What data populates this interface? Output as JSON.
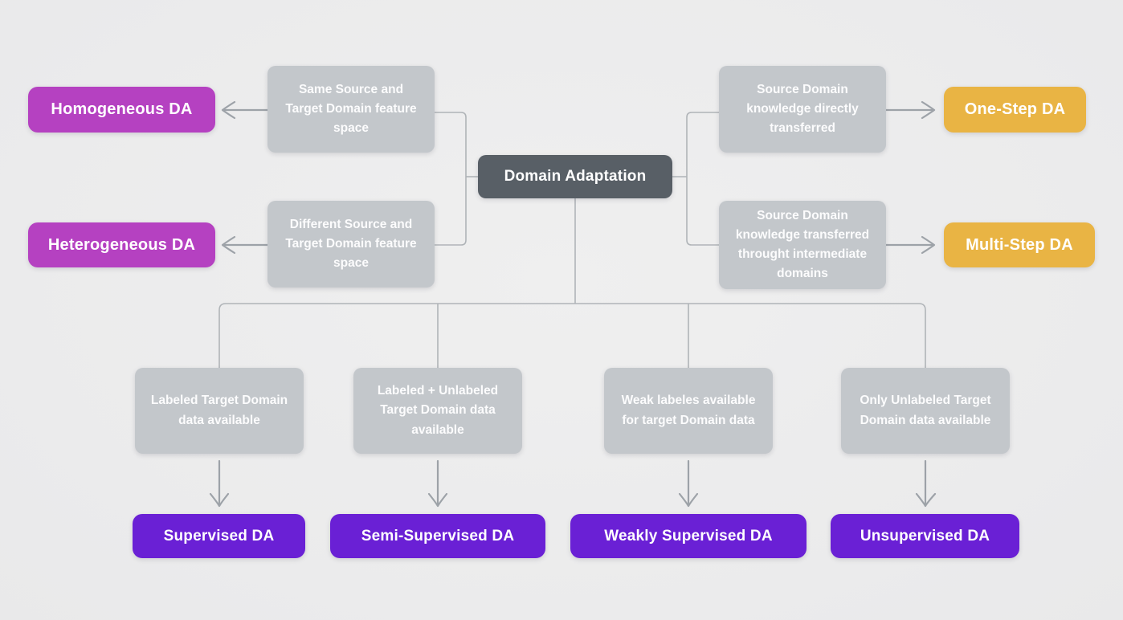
{
  "diagram": {
    "root": {
      "label": "Domain Adaptation"
    },
    "left_branches": [
      {
        "condition": "Same Source and Target Domain feature space",
        "result": "Homogeneous DA"
      },
      {
        "condition": "Different Source and Target Domain feature space",
        "result": "Heterogeneous DA"
      }
    ],
    "right_branches": [
      {
        "condition": "Source Domain knowledge directly transferred",
        "result": "One-Step DA"
      },
      {
        "condition": "Source Domain knowledge transferred throught intermediate domains",
        "result": "Multi-Step DA"
      }
    ],
    "bottom_branches": [
      {
        "condition": "Labeled Target Domain data available",
        "result": "Supervised DA"
      },
      {
        "condition": "Labeled + Unlabeled Target Domain data available",
        "result": "Semi-Supervised DA"
      },
      {
        "condition": "Weak labeles available for target Domain data",
        "result": "Weakly Supervised DA"
      },
      {
        "condition": "Only Unlabeled Target Domain data available",
        "result": "Unsupervised DA"
      }
    ]
  },
  "colors": {
    "background": "#ececec",
    "root": "#585f66",
    "condition": "#c3c7cb",
    "magenta": "#b541c1",
    "yellow": "#e9b444",
    "purple": "#6a20d5",
    "line": "#b0b4b8",
    "arrow": "#9da2a8"
  }
}
